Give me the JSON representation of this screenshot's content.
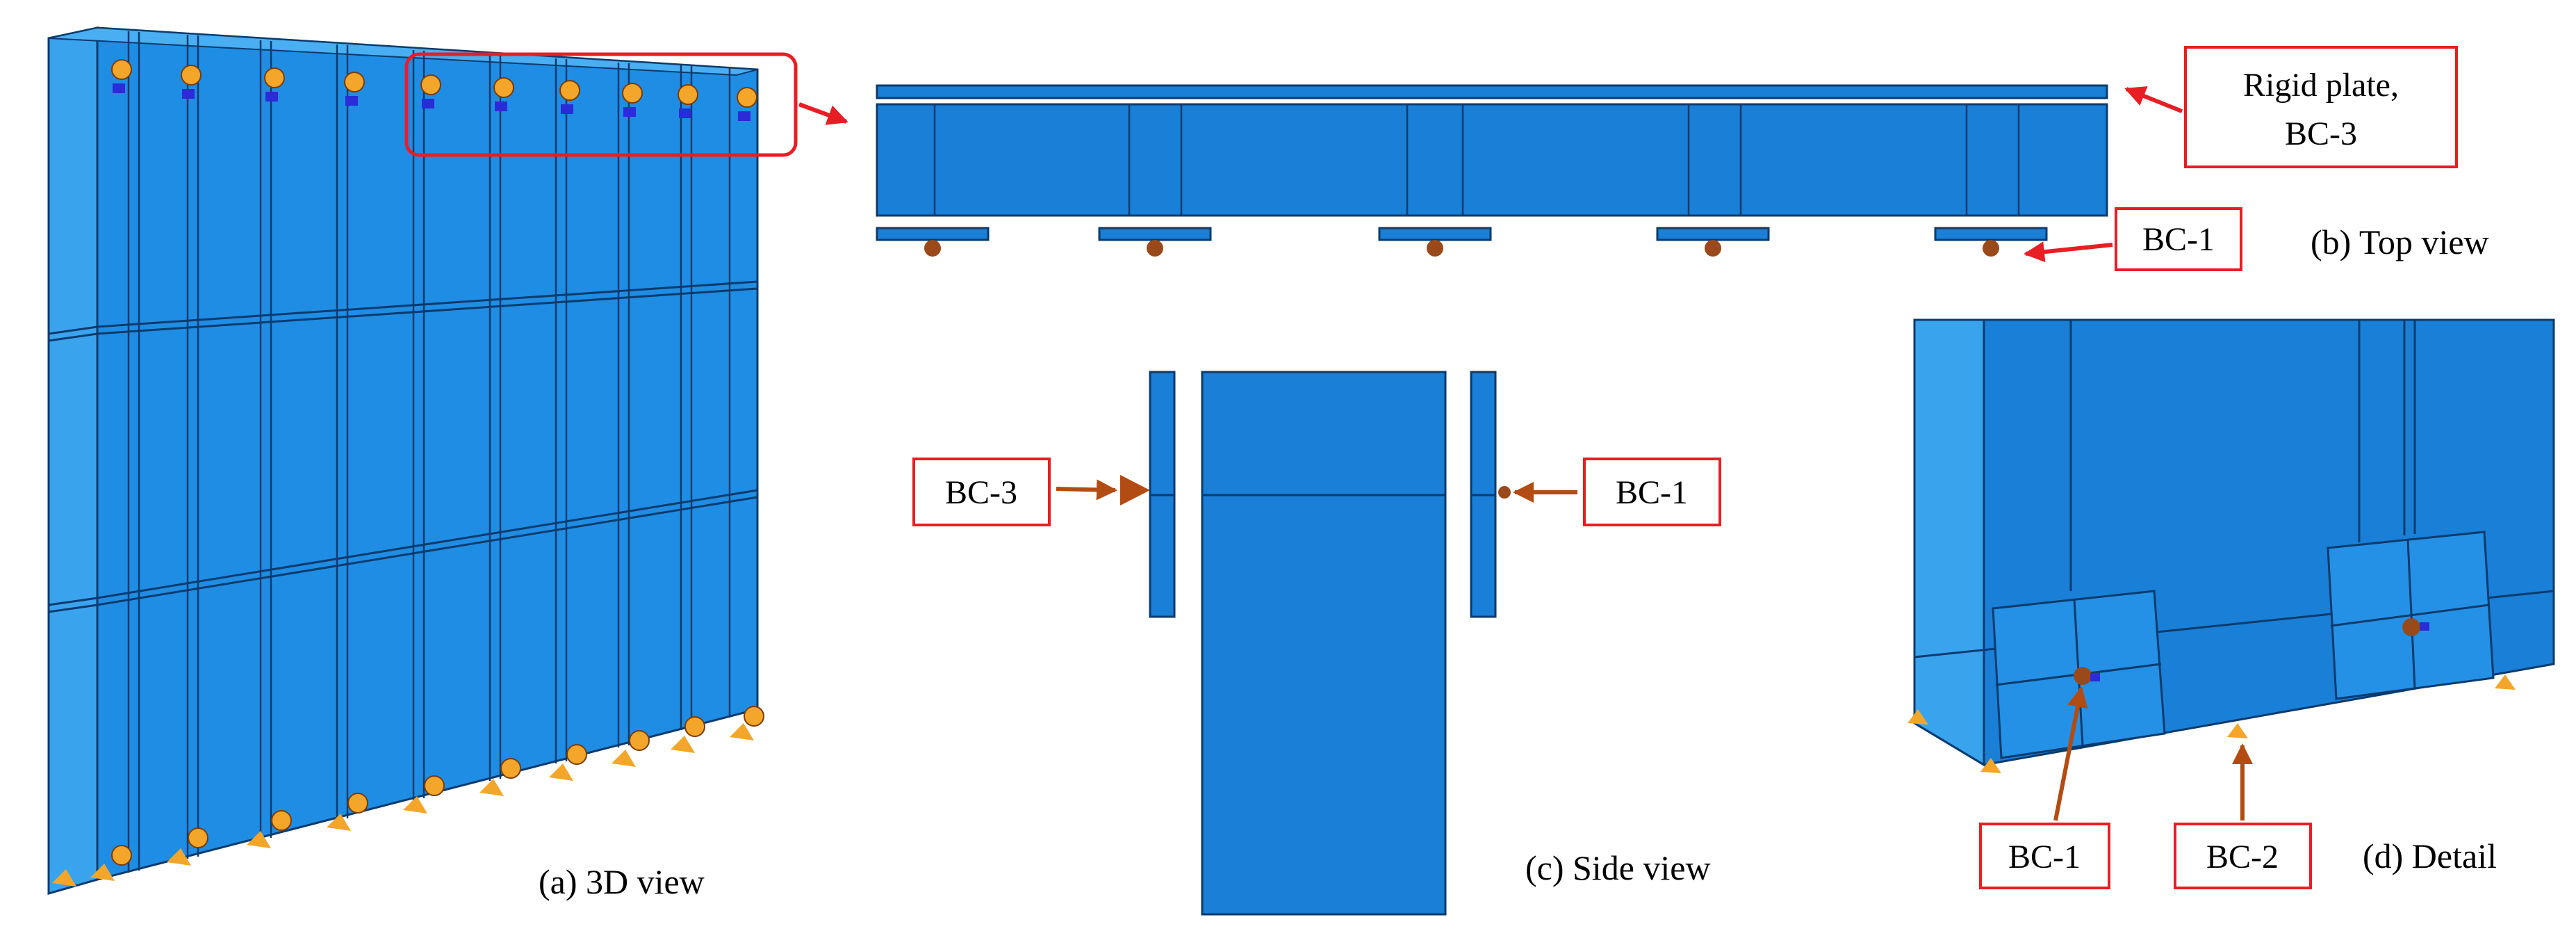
{
  "panels": {
    "a": {
      "caption": "(a) 3D view"
    },
    "b": {
      "caption": "(b) Top view",
      "label_rigid_line1": "Rigid plate,",
      "label_rigid_line2": "BC-3",
      "label_bc1": "BC-1"
    },
    "c": {
      "caption": "(c) Side view",
      "label_left": "BC-3",
      "label_right": "BC-1"
    },
    "d": {
      "caption": "(d) Detail",
      "label_bc1": "BC-1",
      "label_bc2": "BC-2"
    }
  },
  "colors": {
    "panel_blue": "#1a7fd6",
    "panel_face": "#1f8de4",
    "edge_dark": "#0b3b6e",
    "highlight_red": "#e81e25",
    "arrow_brown": "#b24c12",
    "marker_brown": "#9a4a1a",
    "bc_orange": "#f3a629"
  }
}
